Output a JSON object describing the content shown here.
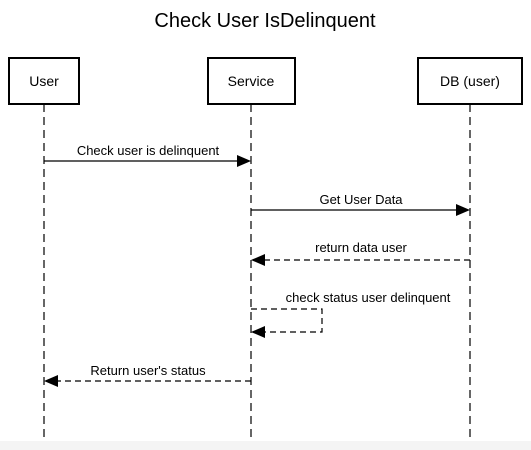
{
  "diagram": {
    "title": "Check User IsDelinquent",
    "participants": [
      {
        "id": "user",
        "label": "User"
      },
      {
        "id": "service",
        "label": "Service"
      },
      {
        "id": "db",
        "label": "DB (user)"
      }
    ],
    "messages": [
      {
        "from": "user",
        "to": "service",
        "label": "Check user is delinquent",
        "style": "solid"
      },
      {
        "from": "service",
        "to": "db",
        "label": "Get User Data",
        "style": "solid"
      },
      {
        "from": "db",
        "to": "service",
        "label": "return data user",
        "style": "dashed"
      },
      {
        "from": "service",
        "to": "service",
        "label": "check status user delinquent",
        "style": "dashed"
      },
      {
        "from": "service",
        "to": "user",
        "label": "Return user's status",
        "style": "dashed"
      }
    ]
  }
}
